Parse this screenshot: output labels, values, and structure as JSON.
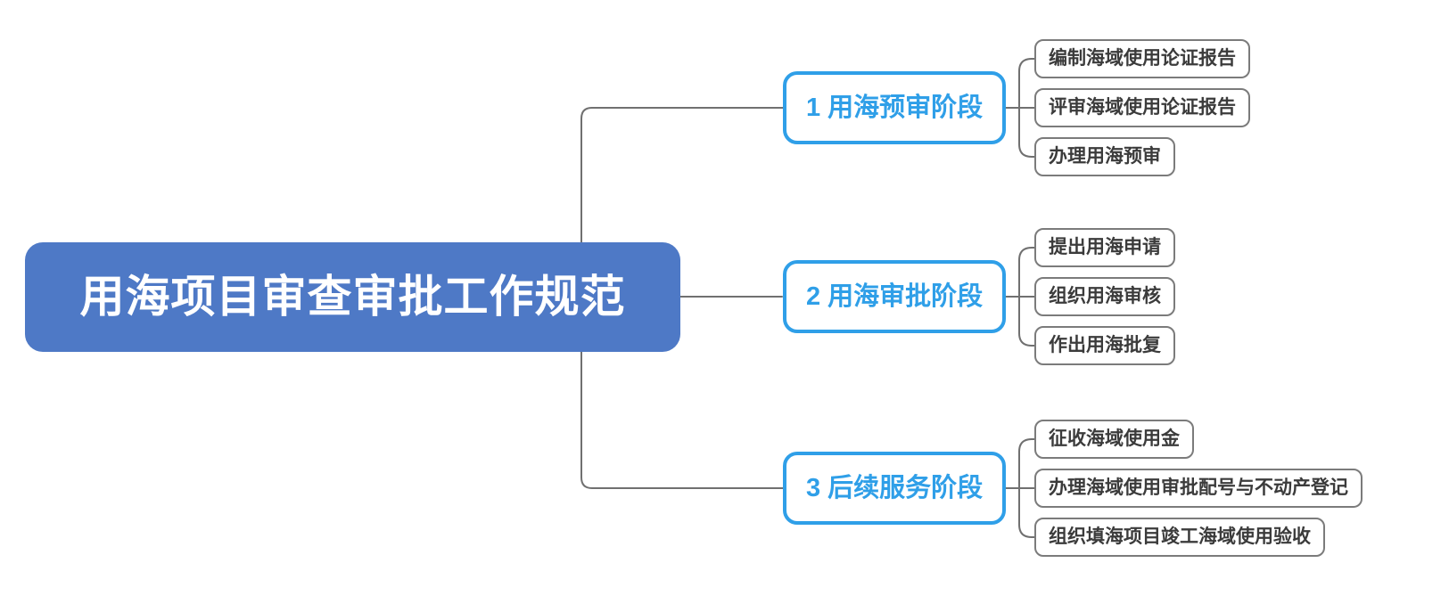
{
  "colors": {
    "root_bg": "#4E79C6",
    "root_text": "#FFFFFF",
    "branch_accent": "#2F9FE8",
    "leaf_border": "#7B7B7B",
    "leaf_text": "#3B3B3B",
    "connector": "#707070",
    "canvas_bg": "#FFFFFF"
  },
  "tree": {
    "root": {
      "label": "用海项目审查审批工作规范"
    },
    "branches": [
      {
        "label": "1 用海预审阶段",
        "children": [
          "编制海域使用论证报告",
          "评审海域使用论证报告",
          "办理用海预审"
        ]
      },
      {
        "label": "2 用海审批阶段",
        "children": [
          "提出用海申请",
          "组织用海审核",
          "作出用海批复"
        ]
      },
      {
        "label": "3 后续服务阶段",
        "children": [
          "征收海域使用金",
          "办理海域使用审批配号与不动产登记",
          "组织填海项目竣工海域使用验收"
        ]
      }
    ]
  }
}
